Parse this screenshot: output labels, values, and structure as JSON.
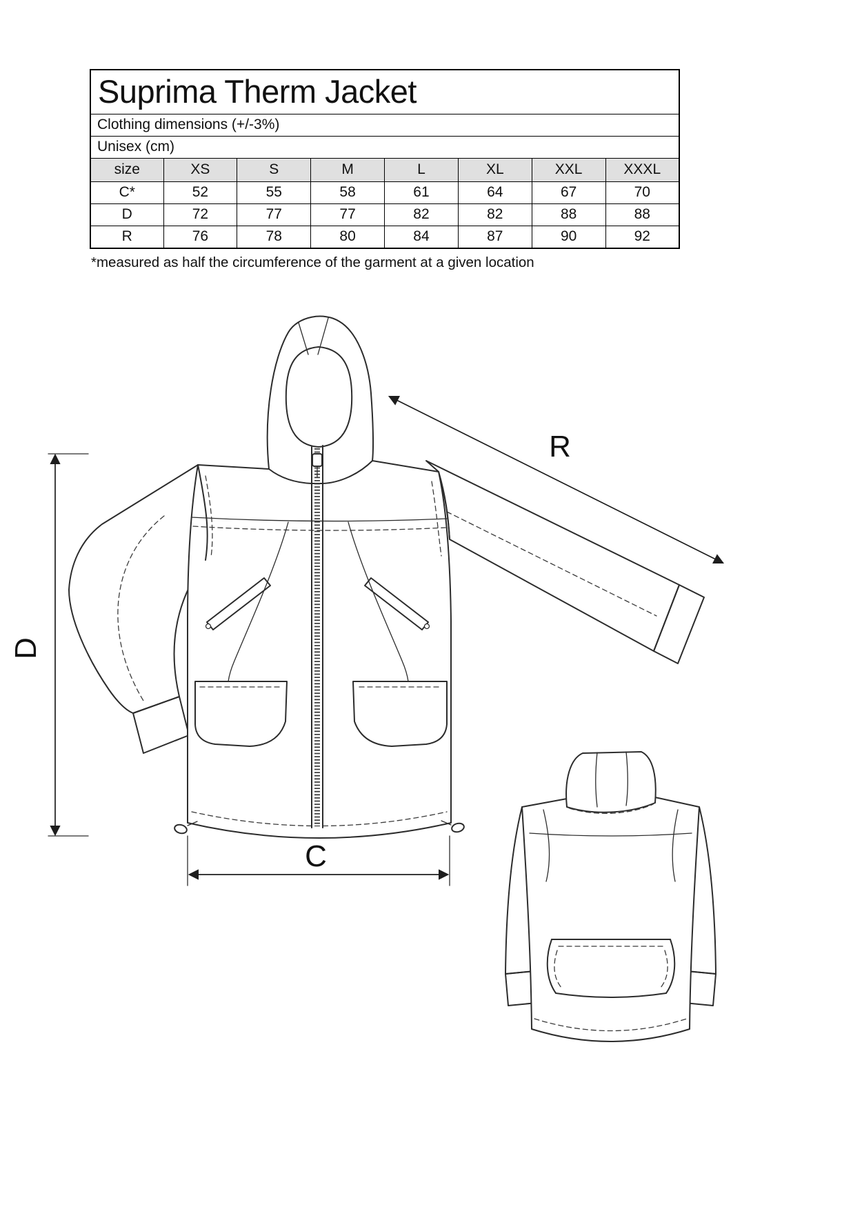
{
  "document": {
    "title": "Suprima Therm Jacket",
    "subtitle1": "Clothing dimensions (+/-3%)",
    "subtitle2": "Unisex (cm)",
    "footnote": "*measured as half the circumference of the garment at a given location"
  },
  "size_table": {
    "columns": [
      "size",
      "XS",
      "S",
      "M",
      "L",
      "XL",
      "XXL",
      "XXXL"
    ],
    "rows": [
      {
        "label": "C*",
        "values": [
          52,
          55,
          58,
          61,
          64,
          67,
          70
        ]
      },
      {
        "label": "D",
        "values": [
          72,
          77,
          77,
          82,
          82,
          88,
          88
        ]
      },
      {
        "label": "R",
        "values": [
          76,
          78,
          80,
          84,
          87,
          90,
          92
        ]
      }
    ]
  },
  "diagram": {
    "labels": {
      "sleeve": "R",
      "length": "D",
      "width": "C"
    }
  },
  "colors": {
    "table_header_bg": "#e0e0e0",
    "line": "#2c2c2c"
  }
}
